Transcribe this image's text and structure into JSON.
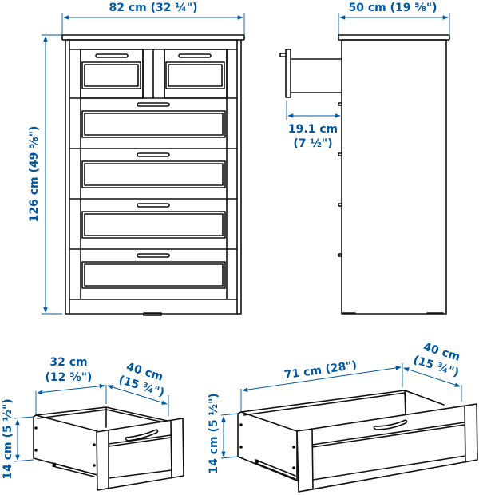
{
  "diagram": {
    "type": "furniture-dimension-drawing",
    "accent_color": "#0058a3",
    "line_color": "#111111",
    "front_view": {
      "width_label": "82 cm (32 ¼\")",
      "height_label": "126 cm (49 ⅝\")",
      "drawer_rows": 5,
      "top_row_drawers": 2
    },
    "side_view": {
      "depth_label": "50 cm (19 ⅝\")",
      "drawer_extension_label_cm": "19.1 cm",
      "drawer_extension_label_in": "(7 ½\")"
    },
    "small_drawer": {
      "width_label_cm": "32 cm",
      "width_label_in": "(12 ⅝\")",
      "depth_label_cm": "40 cm",
      "depth_label_in": "(15 ¾\")",
      "height_label": "14 cm (5 ½\")"
    },
    "large_drawer": {
      "width_label": "71 cm (28\")",
      "depth_label_cm": "40 cm",
      "depth_label_in": "(15 ¾\")",
      "height_label": "14 cm (5 ½\")"
    }
  }
}
